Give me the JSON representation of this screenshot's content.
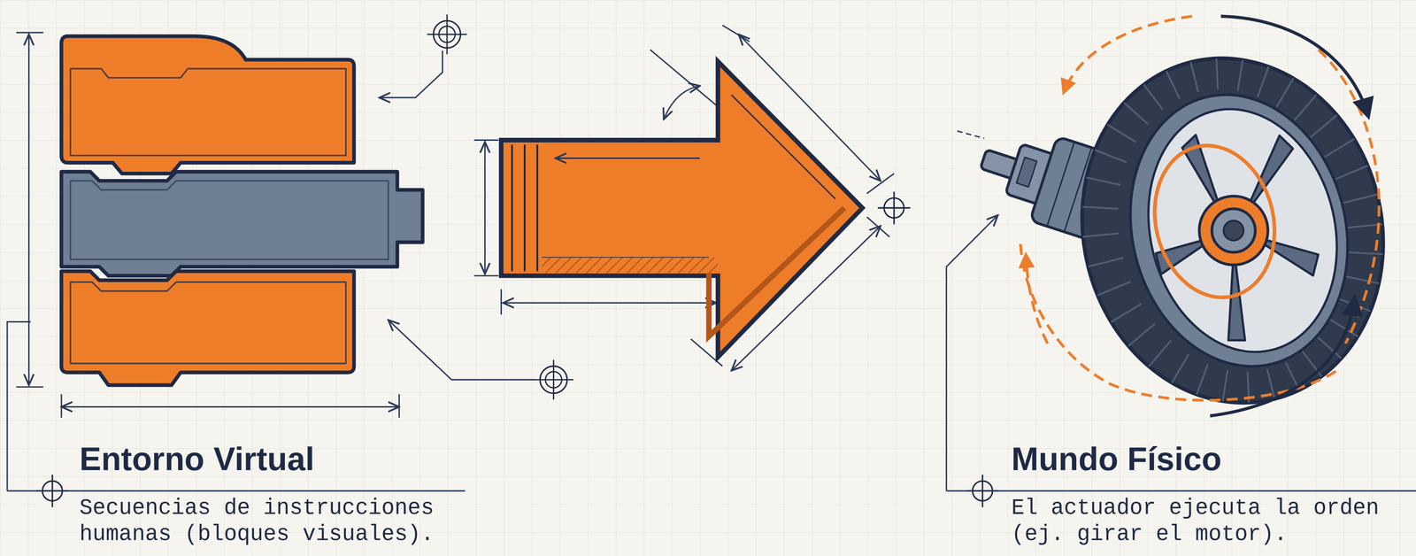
{
  "diagram": {
    "nodes": [
      {
        "text": [
          "Entorno Virtual",
          "Secuencias de instrucciones humanas (bloques visuales)."
        ]
      },
      {
        "text": [
          "Mundo Físico",
          "El actuador ejecuta la orden (ej. girar el motor)."
        ]
      }
    ],
    "edges": [
      {
        "from": 0,
        "to": 1,
        "arrow": "to"
      }
    ]
  }
}
